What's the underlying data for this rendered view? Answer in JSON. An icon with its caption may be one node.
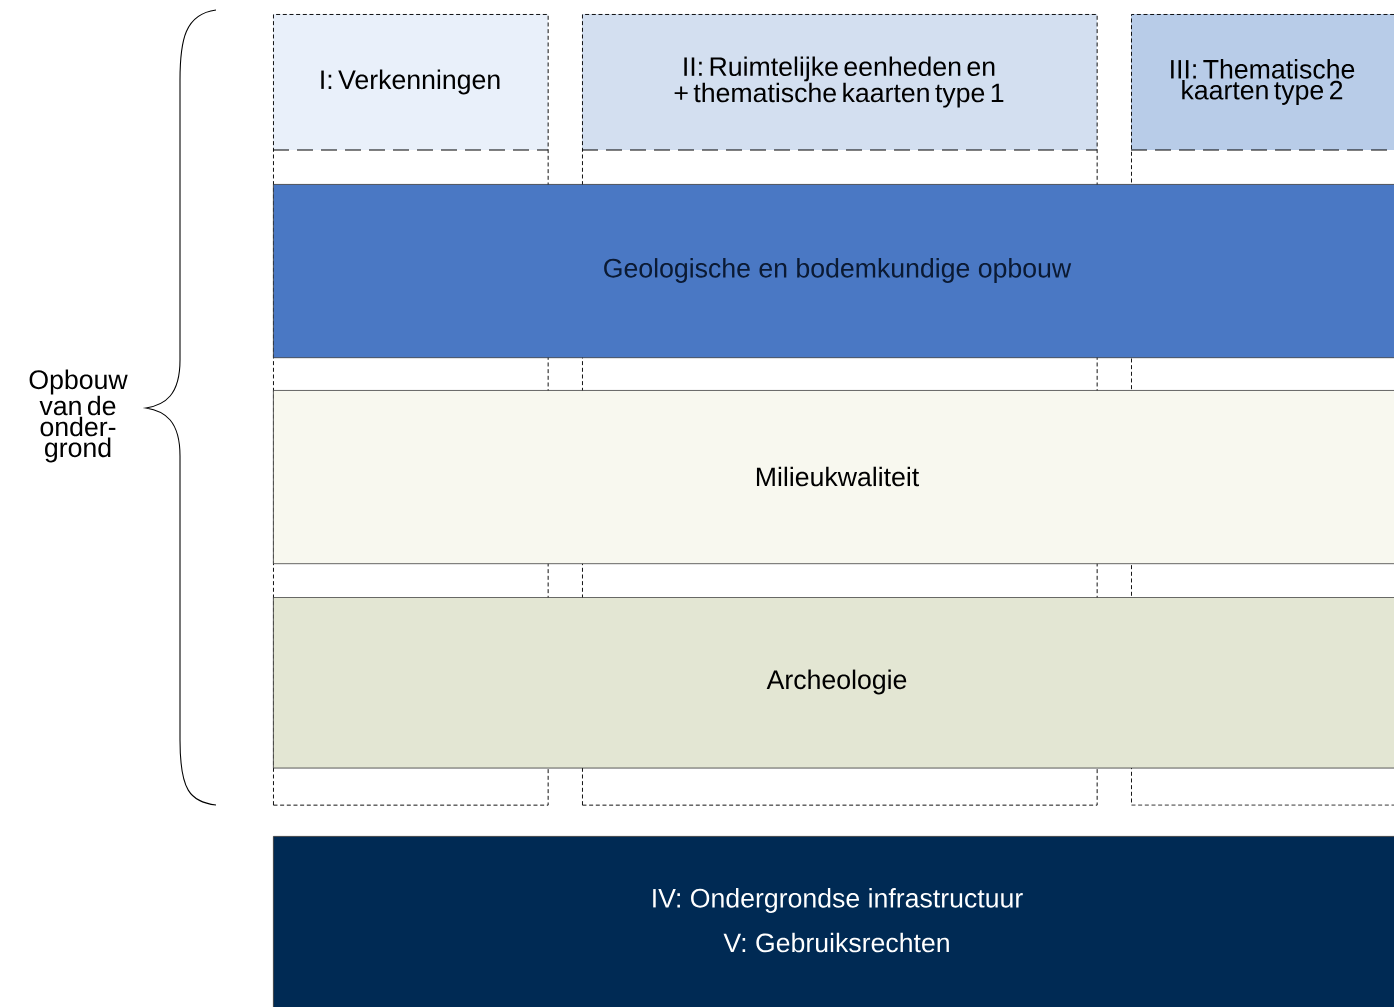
{
  "diagram": {
    "nodes": [
      {
        "text": [
          "I: Verkenningen"
        ]
      },
      {
        "text": [
          "II: Ruimtelijke eenheden en + thematische kaarten type 1"
        ]
      },
      {
        "text": [
          "III: Thematische kaarten type 2"
        ]
      },
      {
        "text": [
          "Geologische en bodemkundige opbouw"
        ]
      },
      {
        "text": [
          "Milieukwaliteit"
        ]
      },
      {
        "text": [
          "Archeologie"
        ]
      },
      {
        "text": [
          "IV: Ondergrondse infrastructuur",
          "V: Gebruiksrechten"
        ]
      }
    ],
    "edges": [],
    "labels": [
      "Opbouw van de onder- grond"
    ]
  }
}
